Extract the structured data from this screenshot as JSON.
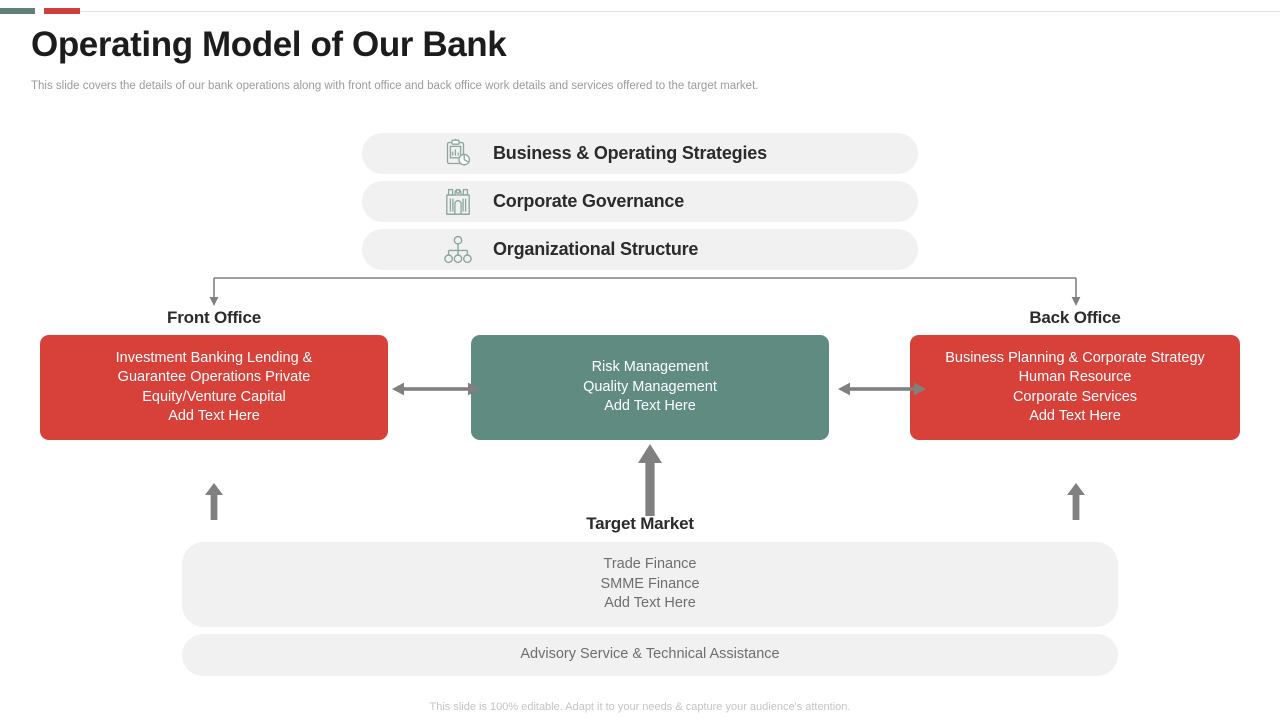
{
  "header": {
    "title": "Operating Model of Our Bank",
    "subtitle": "This slide covers the details of our bank operations along with front office and back office work details and services offered to the target market."
  },
  "accents": {
    "teal_color": "#5f8077",
    "red_color": "#cf3f3c",
    "rule_color": "#e2e2e2"
  },
  "pills": [
    {
      "label": "Business & Operating Strategies",
      "icon": "clipboard-chart-icon"
    },
    {
      "label": "Corporate Governance",
      "icon": "bank-building-icon"
    },
    {
      "label": "Organizational Structure",
      "icon": "org-chart-icon"
    }
  ],
  "columns": {
    "front_office_heading": "Front Office",
    "back_office_heading": "Back Office"
  },
  "boxes": {
    "front_office": {
      "color": "#d8403a",
      "lines": [
        "Investment  Banking Lending &",
        "Guarantee  Operations Private",
        "Equity/Venture  Capital",
        "Add Text Here"
      ]
    },
    "center": {
      "color": "#5f8b80",
      "lines": [
        "Risk Management",
        "Quality  Management",
        "Add Text Here"
      ]
    },
    "back_office": {
      "color": "#d8403a",
      "lines": [
        "Business Planning & Corporate Strategy",
        "Human  Resource",
        "Corporate Services",
        "Add Text Here"
      ]
    }
  },
  "target_market": {
    "heading": "Target Market",
    "services": [
      "Trade Finance",
      "SMME Finance",
      "Add Text Here"
    ],
    "advisory": "Advisory Service & Technical Assistance"
  },
  "footer": {
    "note": "This slide is 100% editable.  Adapt it to your needs & capture your audience's attention."
  }
}
